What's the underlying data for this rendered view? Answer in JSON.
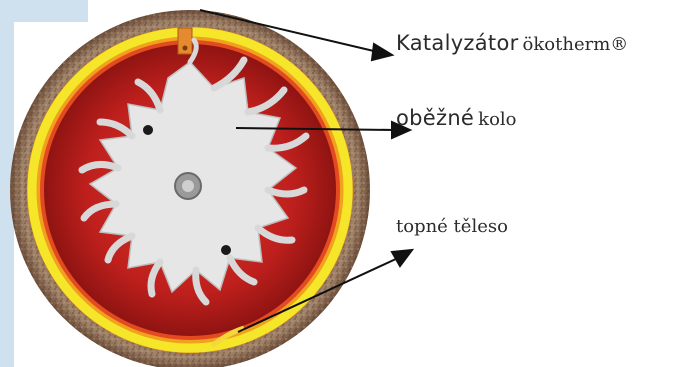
{
  "labels": {
    "catalyst_word": "Katalyzátor",
    "catalyst_brand": "ökotherm®",
    "wheel_word": "oběžné",
    "wheel_suffix": "kolo",
    "heater": "topné těleso"
  },
  "colors": {
    "background_strip": "#cfe1ee",
    "gasket": "#8a6a52",
    "heating_ring": "#f2e22a",
    "cavity": "#c0201d",
    "impeller": "#e9e9e9",
    "arrow": "#111111",
    "text": "#2b2b2b"
  }
}
